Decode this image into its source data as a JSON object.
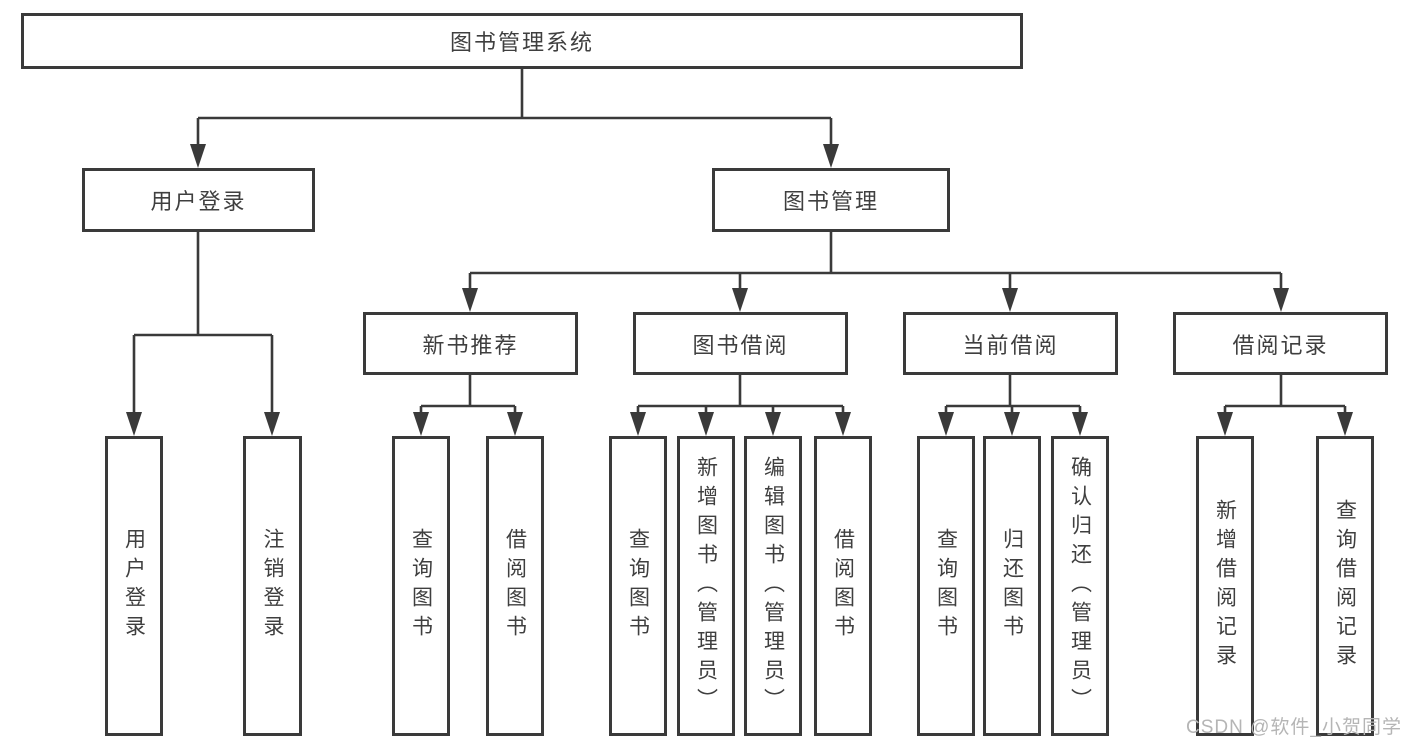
{
  "diagram": {
    "root": {
      "label": "图书管理系统"
    },
    "level2": [
      {
        "id": "user-login",
        "label": "用户登录"
      },
      {
        "id": "book-management",
        "label": "图书管理"
      }
    ],
    "level3": [
      {
        "id": "new-book-recommend",
        "parent": "图书管理",
        "label": "新书推荐"
      },
      {
        "id": "book-borrowing",
        "parent": "图书管理",
        "label": "图书借阅"
      },
      {
        "id": "current-borrowing",
        "parent": "图书管理",
        "label": "当前借阅"
      },
      {
        "id": "borrowing-records",
        "parent": "图书管理",
        "label": "借阅记录"
      }
    ],
    "leaves": [
      {
        "parent": "用户登录",
        "label": "用户登录"
      },
      {
        "parent": "用户登录",
        "label": "注销登录"
      },
      {
        "parent": "新书推荐",
        "label": "查询图书"
      },
      {
        "parent": "新书推荐",
        "label": "借阅图书"
      },
      {
        "parent": "图书借阅",
        "label": "查询图书"
      },
      {
        "parent": "图书借阅",
        "label": "新增图书（管理员）"
      },
      {
        "parent": "图书借阅",
        "label": "编辑图书（管理员）"
      },
      {
        "parent": "图书借阅",
        "label": "借阅图书"
      },
      {
        "parent": "当前借阅",
        "label": "查询图书"
      },
      {
        "parent": "当前借阅",
        "label": "归还图书"
      },
      {
        "parent": "当前借阅",
        "label": "确认归还（管理员）"
      },
      {
        "parent": "借阅记录",
        "label": "新增借阅记录"
      },
      {
        "parent": "借阅记录",
        "label": "查询借阅记录"
      }
    ]
  },
  "watermark": "CSDN @软件_小贺同学",
  "colors": {
    "line": "#3a3a3a",
    "border": "#3a3a3a",
    "text": "#3f3f3f",
    "background": "#ffffff",
    "watermark": "#b5b5b5"
  }
}
